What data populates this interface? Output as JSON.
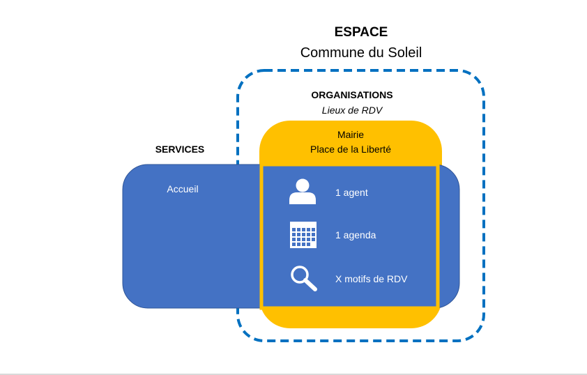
{
  "espace": {
    "title": "ESPACE",
    "subtitle": "Commune du Soleil"
  },
  "organisations": {
    "title": "ORGANISATIONS",
    "subtitle": "Lieux de RDV"
  },
  "services": {
    "title": "SERVICES",
    "items": [
      "Accueil"
    ]
  },
  "lieu": {
    "name": "Mairie",
    "address": "Place de la Liberté"
  },
  "resources": [
    {
      "icon": "user-icon",
      "label": "1 agent"
    },
    {
      "icon": "calendar-icon",
      "label": "1 agenda"
    },
    {
      "icon": "magnifier-icon",
      "label": "X motifs de RDV"
    }
  ],
  "colors": {
    "espace_border": "#0070C0",
    "service_fill": "#4472C4",
    "service_border": "#2F5597",
    "organisation_fill": "#FFC000",
    "text_dark": "#000000",
    "text_light": "#ffffff"
  }
}
